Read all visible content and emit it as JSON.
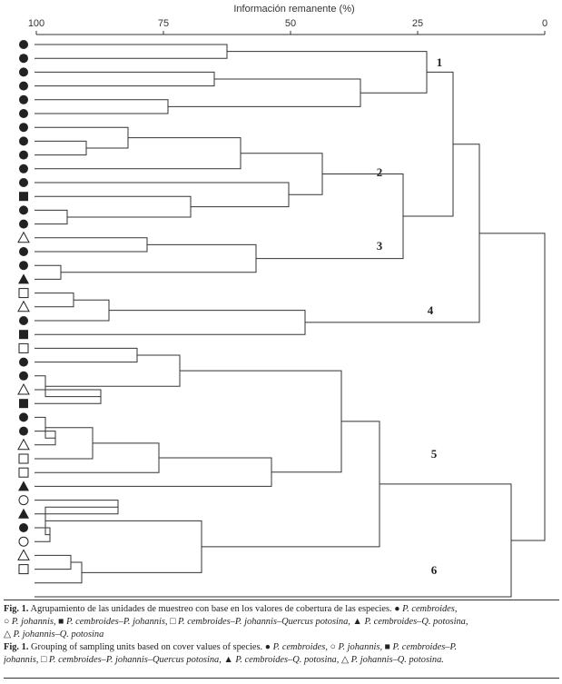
{
  "axis": {
    "title": "Información remanente (%)",
    "ticks": [
      "100",
      "75",
      "50",
      "25",
      "0"
    ]
  },
  "clusters": [
    "1",
    "2",
    "3",
    "4",
    "5",
    "6"
  ],
  "leaf_symbols": [
    "circle",
    "circle",
    "circle",
    "circle",
    "circle",
    "circle",
    "circle",
    "circle",
    "circle",
    "circle",
    "circle",
    "square",
    "circle",
    "circle",
    "triangle-open",
    "circle",
    "circle",
    "triangle",
    "square-open",
    "triangle-open",
    "circle",
    "square",
    "square-open",
    "circle",
    "circle",
    "triangle-open",
    "square",
    "circle",
    "circle",
    "triangle-open",
    "square-open",
    "square-open",
    "triangle",
    "circle-open",
    "triangle",
    "circle",
    "circle-open",
    "triangle-open",
    "square-open"
  ],
  "legend_symbols": {
    "p_cembroides": "●",
    "p_johannis": "○",
    "p_cembroides_p_johannis": "■",
    "p_cembroides_p_johannis_quercus": "□",
    "p_cembroides_q_potosina": "▲",
    "p_johannis_q_potosina": "△"
  },
  "caption_es": {
    "fig": "Fig. 1.",
    "text": "Agrupamiento de las unidades de muestreo con base en los valores de cobertura de las especies.",
    "sp1": "P. cembroides,",
    "sp2": "P. johannis,",
    "sp3": "P. cembroides–P. johannis,",
    "sp4": "P. cembroides–P. johannis–Quercus potosina,",
    "sp5": "P. cembroides–Q. potosina,",
    "sp6": "P. johannis–Q. potosina"
  },
  "caption_en": {
    "fig": "Fig. 1.",
    "text": "Grouping of sampling units based on cover values of species.",
    "sp1": "P. cembroides,",
    "sp2": "P. johannis,",
    "sp3a": "P. cembroides–P.",
    "sp3b": "johannis,",
    "sp4": "P. cembroides–P. johannis–Quercus potosina,",
    "sp5": "P. cembroides–Q. potosina,",
    "sp6": "P. johannis–Q. potosina."
  }
}
